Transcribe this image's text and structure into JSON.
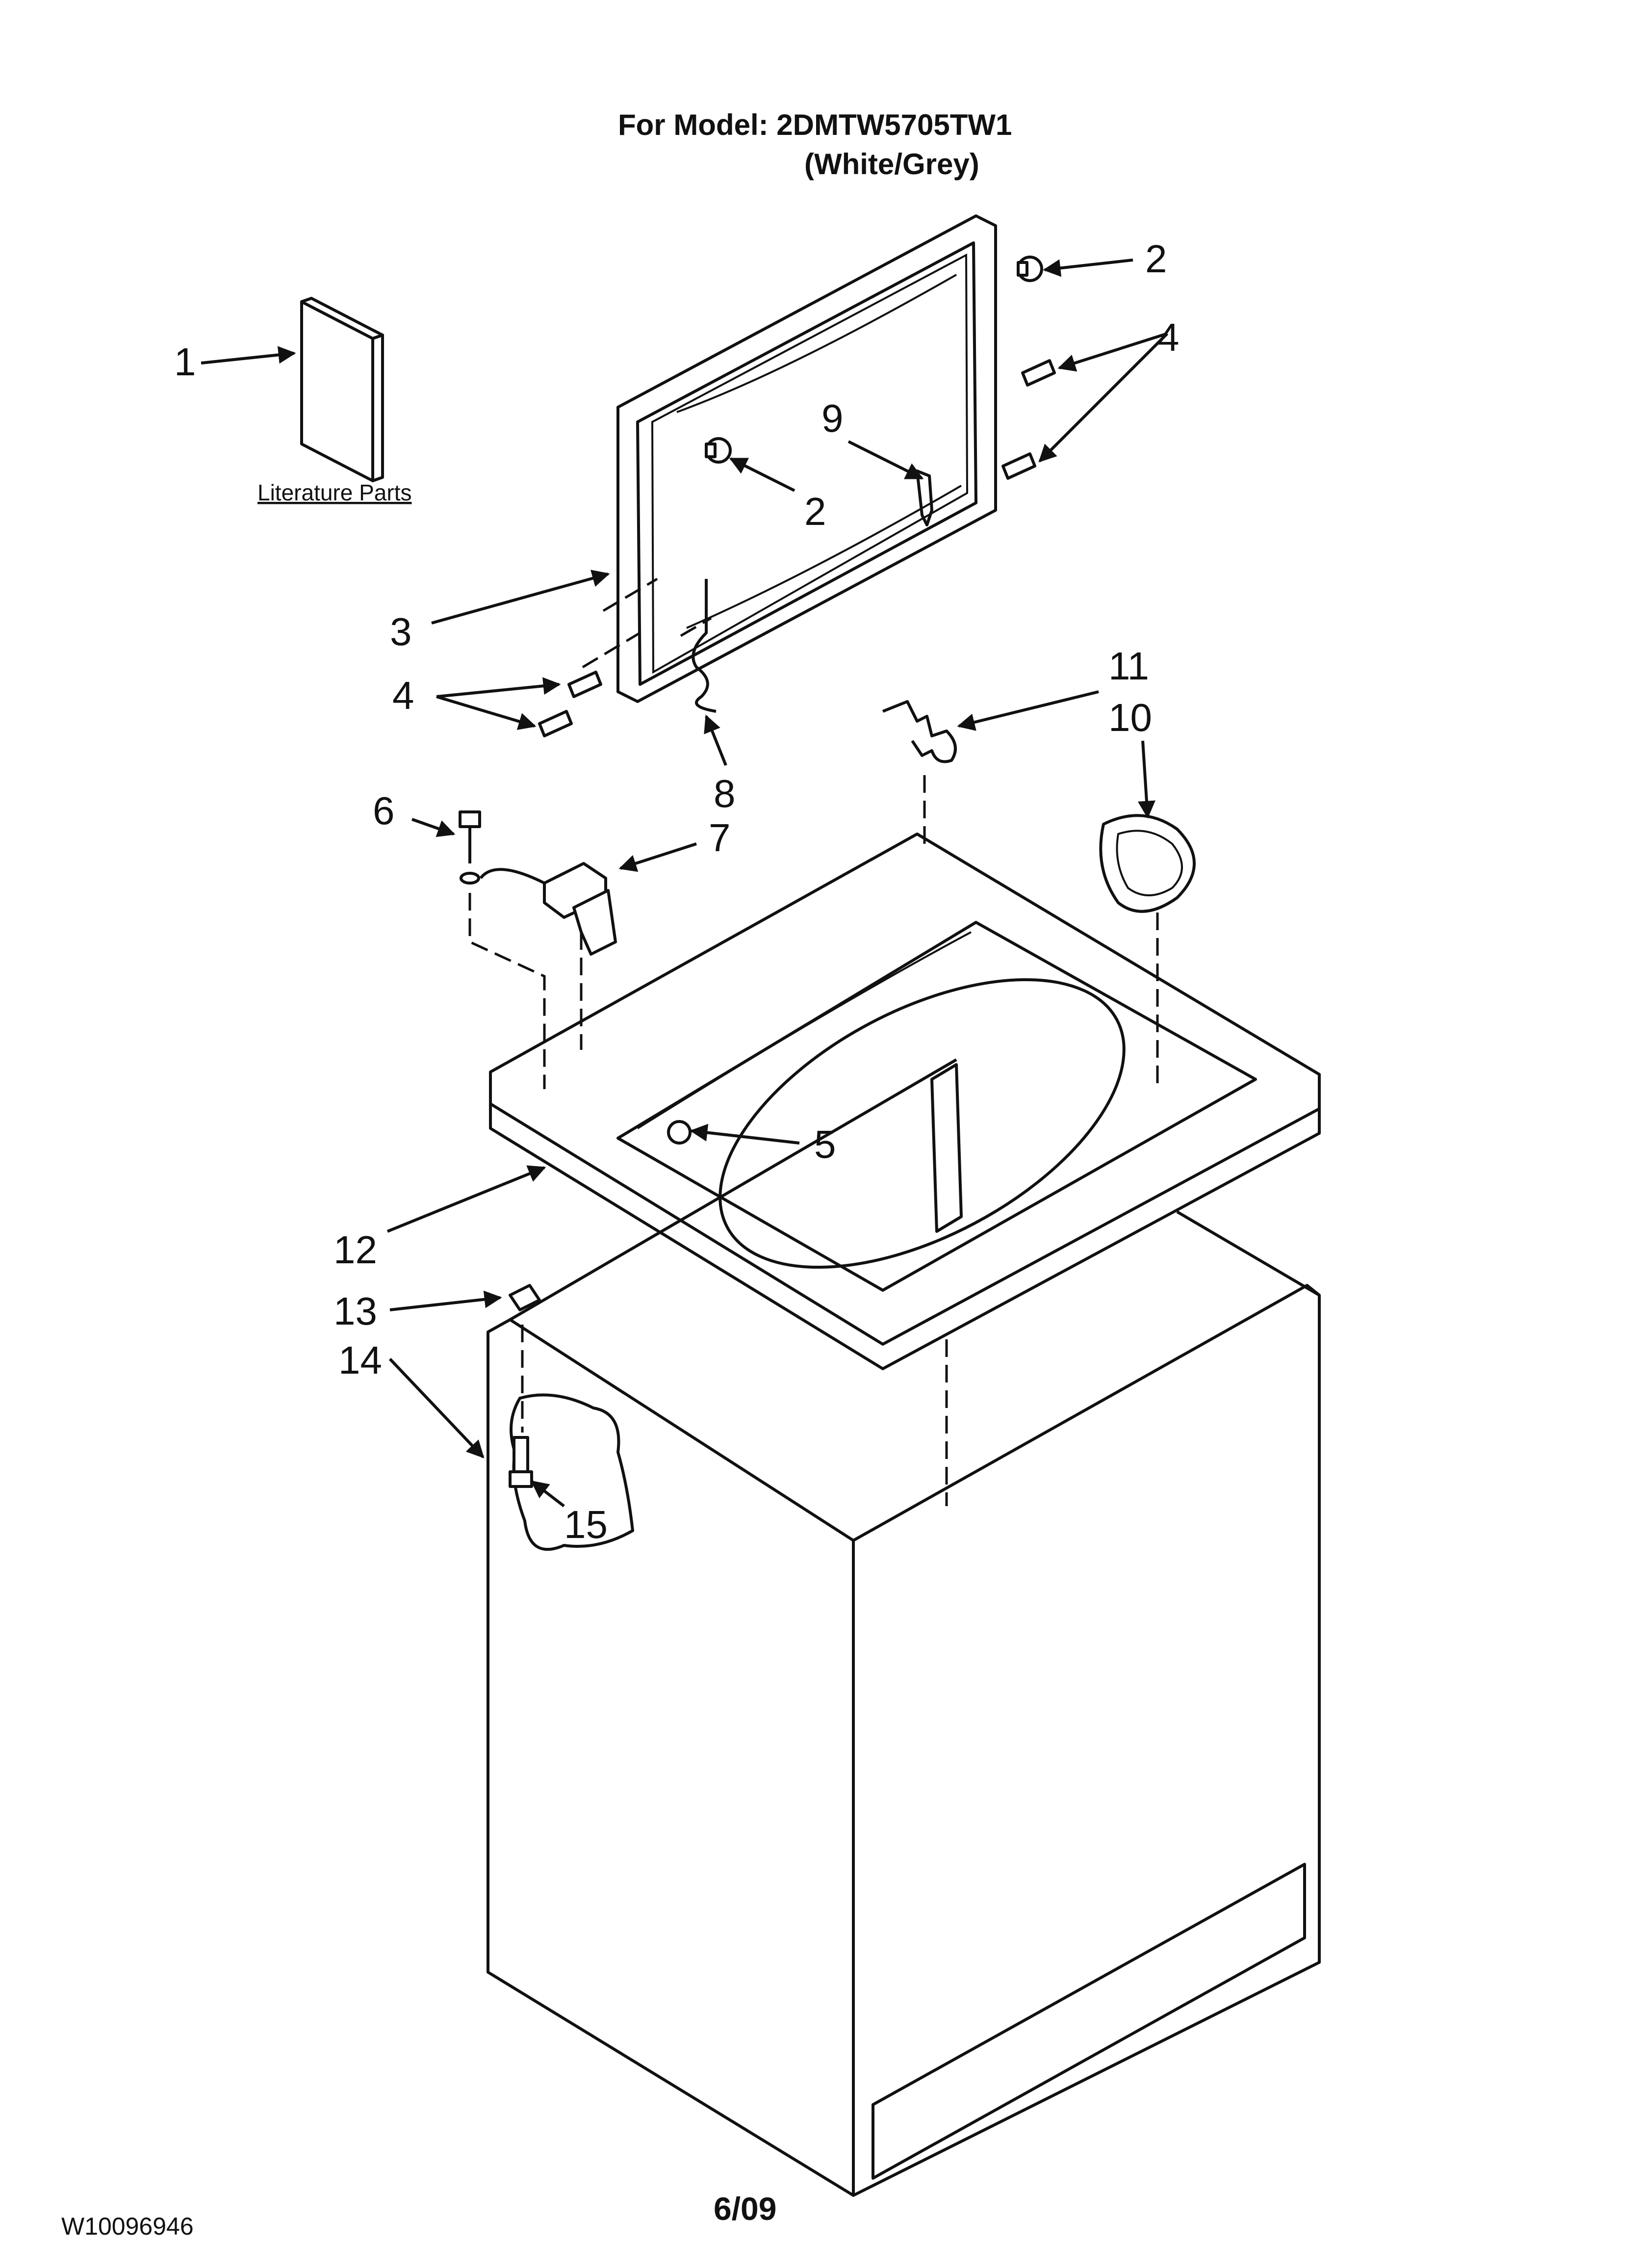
{
  "header": {
    "model_line": "For Model: 2DMTW5705TW1",
    "color_line": "(White/Grey)"
  },
  "literature_label": "Literature Parts",
  "callouts": {
    "c1": "1",
    "c2a": "2",
    "c2b": "2",
    "c3": "3",
    "c4a": "4",
    "c4b": "4",
    "c5": "5",
    "c6": "6",
    "c7": "7",
    "c8": "8",
    "c9": "9",
    "c10": "10",
    "c11": "11",
    "c12": "12",
    "c13": "13",
    "c14": "14",
    "c15": "15"
  },
  "footer": {
    "part_number": "W10096946",
    "date": "6/09"
  }
}
